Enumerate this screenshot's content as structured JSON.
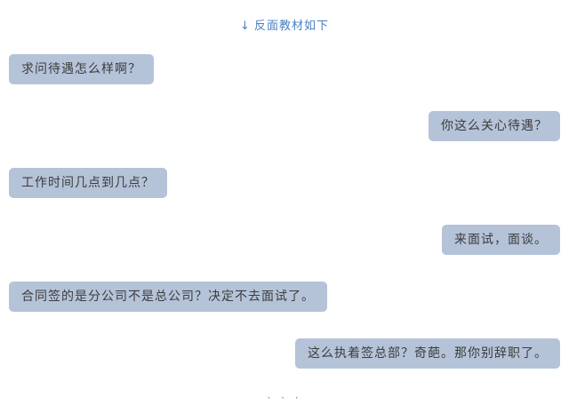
{
  "header": {
    "arrow": "↓",
    "label": "反面教材如下",
    "color": "#4a80c1"
  },
  "conversation": {
    "bubble_color": "#b5c3d9",
    "messages": [
      {
        "side": "left",
        "text": "求问待遇怎么样啊？"
      },
      {
        "side": "right",
        "text": "你这么关心待遇？"
      },
      {
        "side": "left",
        "text": "工作时间几点到几点？"
      },
      {
        "side": "right",
        "text": "来面试，面谈。"
      },
      {
        "side": "left",
        "text": "合同签的是分公司不是总公司？决定不去面试了。"
      },
      {
        "side": "right",
        "text": "这么执着签总部？奇葩。那你别辞职了。"
      }
    ]
  },
  "footer": {
    "ellipsis": "· · ·"
  }
}
